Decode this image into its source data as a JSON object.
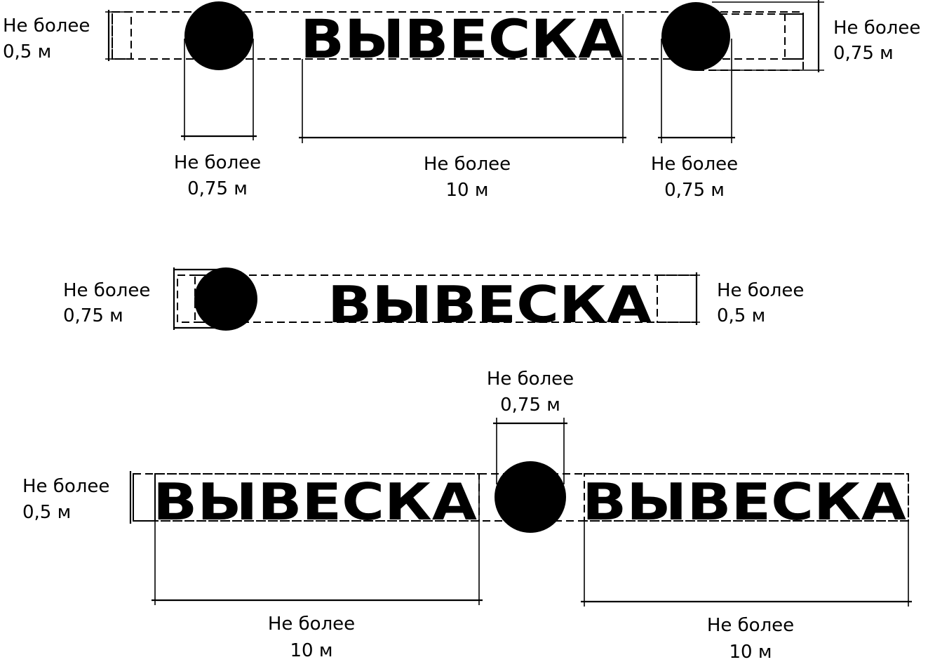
{
  "sign_text": "ВЫВЕСКА",
  "labels": {
    "not_more": "Не более",
    "half_m": "0,5 м",
    "three_quarter_m": "0,75 м",
    "ten_m": "10 м"
  },
  "colors": {
    "ink": "#000000",
    "background": "#ffffff"
  }
}
